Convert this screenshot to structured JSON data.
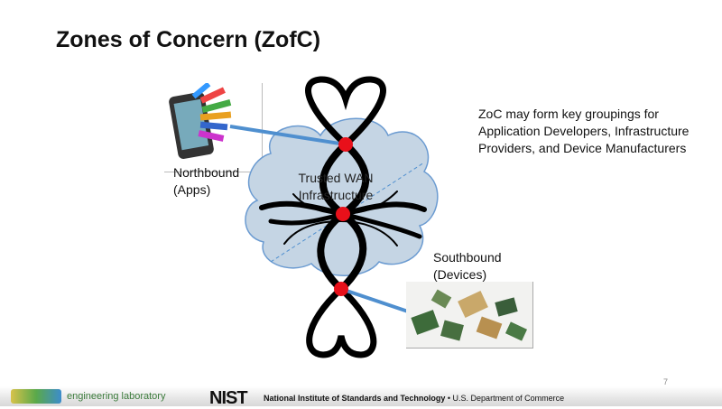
{
  "slide": {
    "title": "Zones of Concern (ZofC)",
    "note": "ZoC may form key groupings for Application Developers, Infrastructure Providers, and Device Manufacturers",
    "northbound": [
      "Northbound",
      "(Apps)"
    ],
    "southbound": [
      "Southbound",
      "(Devices)"
    ],
    "cloud_label": [
      "Trusted WAN",
      "Infrastructure"
    ],
    "page_number": "7"
  },
  "footer": {
    "lab": "engineering laboratory",
    "nist_logo": "NIST",
    "nist_name": "National Institute of Standards and Technology",
    "separator": "•",
    "department": "U.S. Department of Commerce"
  },
  "colors": {
    "cloud": "#c5d5e4",
    "cloud_border": "#6b9bd1",
    "connector": "#4f8fcf",
    "node": "#e8101a"
  }
}
